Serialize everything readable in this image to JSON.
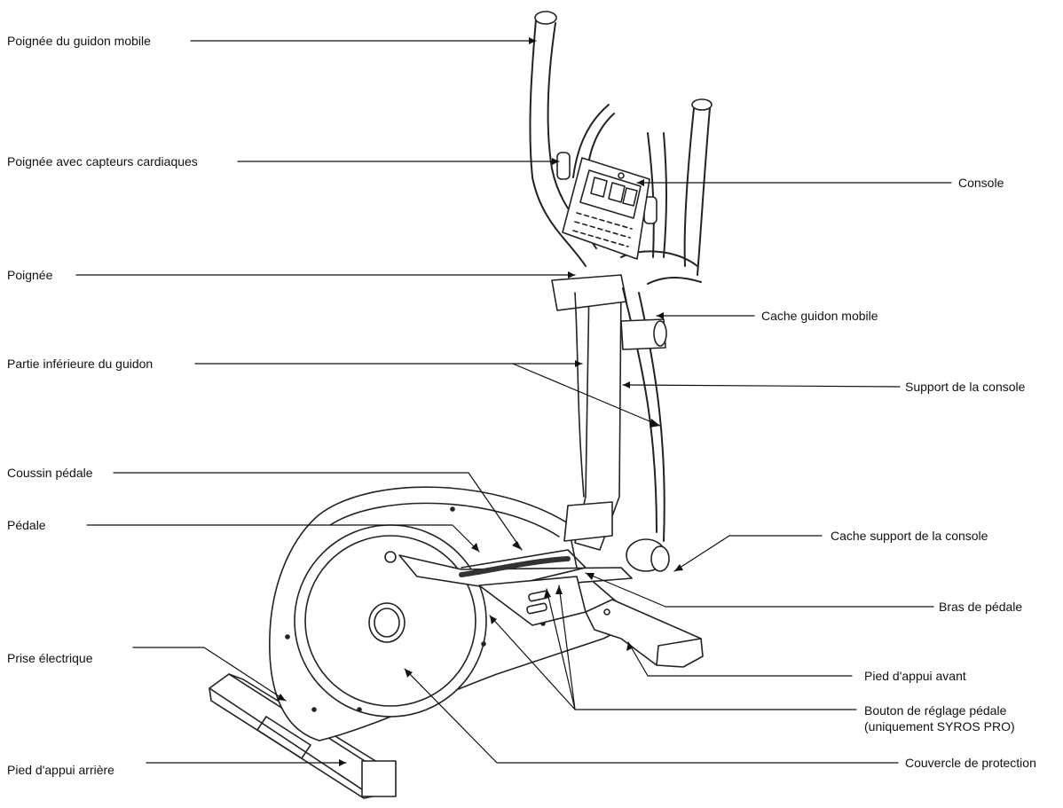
{
  "labels": {
    "handle_moving_bar": "Poignée du guidon mobile",
    "handle_heart_sensors": "Poignée avec capteurs cardiaques",
    "handle": "Poignée",
    "lower_bar": "Partie inférieure du guidon",
    "pedal_cushion": "Coussin pédale",
    "pedal": "Pédale",
    "power_socket": "Prise électrique",
    "rear_foot": "Pied d'appui arrière",
    "console": "Console",
    "moving_bar_cover": "Cache guidon mobile",
    "console_support": "Support de la console",
    "console_support_cover": "Cache support de la console",
    "pedal_arm": "Bras de pédale",
    "front_foot": "Pied d'appui avant",
    "pedal_adjust_button": "Bouton de réglage pédale",
    "pedal_adjust_note": "(uniquement SYROS PRO)",
    "protective_cover": "Couvercle de protection"
  }
}
